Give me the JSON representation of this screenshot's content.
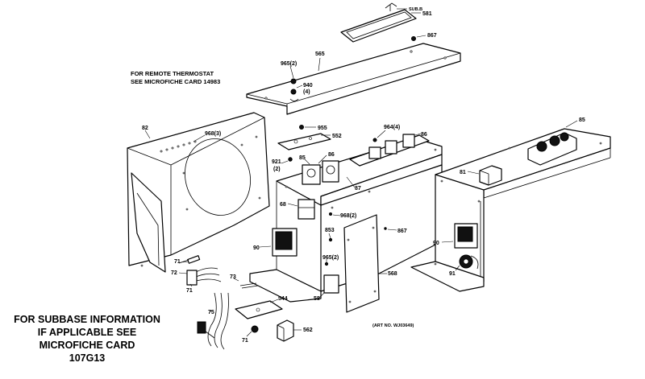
{
  "notes": {
    "remote_thermostat": [
      "FOR REMOTE THERMOSTAT",
      "SEE MICROFICHE CARD 14983"
    ],
    "subbase": [
      "FOR SUBBASE INFORMATION",
      "IF APPLICABLE SEE",
      "MICROFICHE CARD",
      "107G13"
    ],
    "art_no": "(ART NO. WJ03649)"
  },
  "callouts": {
    "c_top_small": "SUB.B",
    "c_top_plate": "581",
    "c_top_screw": "867",
    "c_cover": "565",
    "c_965_2": "965(2)",
    "c_940": "940",
    "c_4": "(4)",
    "c_left_panel": "82",
    "c_968_3": "968(3)",
    "c_955": "955",
    "c_552": "552",
    "c_964_4": "964(4)",
    "c_86": "86",
    "c_921": "921",
    "c_2": "(2)",
    "c_mid_86": "86",
    "c_85": "85",
    "c_87": "87",
    "c_right_85": "85",
    "c_81": "81",
    "c_68": "68",
    "c_968_2": "968(2)",
    "c_mid_867": "867",
    "c_853": "853",
    "c_90": "90",
    "c_965_2b": "965(2)",
    "c_568": "568",
    "c_71a": "71",
    "c_72": "72",
    "c_71b": "71",
    "c_73": "73",
    "c_75": "75",
    "c_544": "544",
    "c_71c": "71",
    "c_562": "562",
    "c_58": "58",
    "c_right_90": "90",
    "c_91": "91"
  }
}
